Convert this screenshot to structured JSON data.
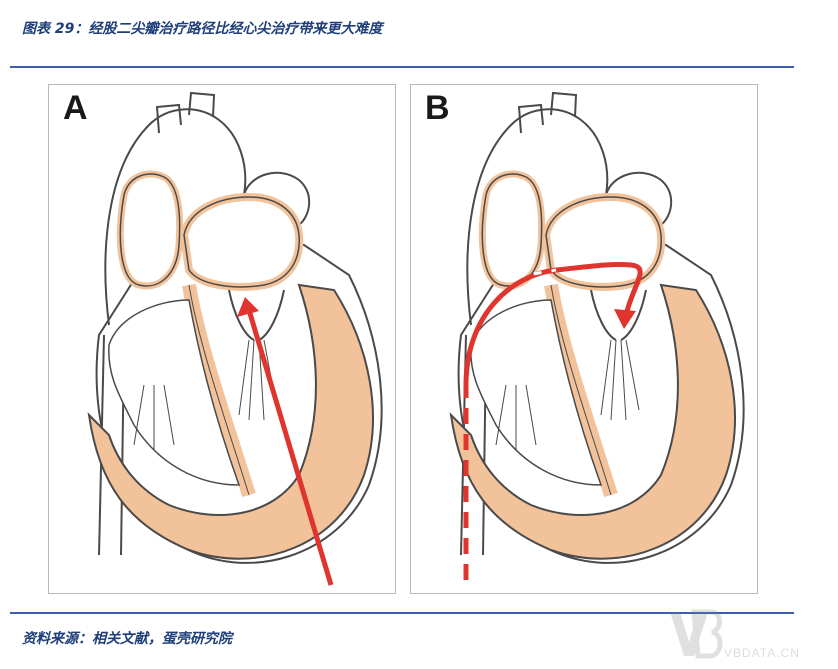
{
  "caption": {
    "title": "图表 29：经股二尖瓣治疗路径比经心尖治疗带来更大难度"
  },
  "panels": [
    {
      "label": "A",
      "route": "transapical"
    },
    {
      "label": "B",
      "route": "transseptal"
    }
  ],
  "source": {
    "text": "资料来源：相关文献，蛋壳研究院"
  },
  "watermark": {
    "text": "VBDATA.CN"
  },
  "colors": {
    "caption": "#1f3f7a",
    "rule": "#3a5fb0",
    "myocardium": "#f2c29a",
    "outline": "#4a4a4a",
    "arrow": "#e0342f"
  }
}
